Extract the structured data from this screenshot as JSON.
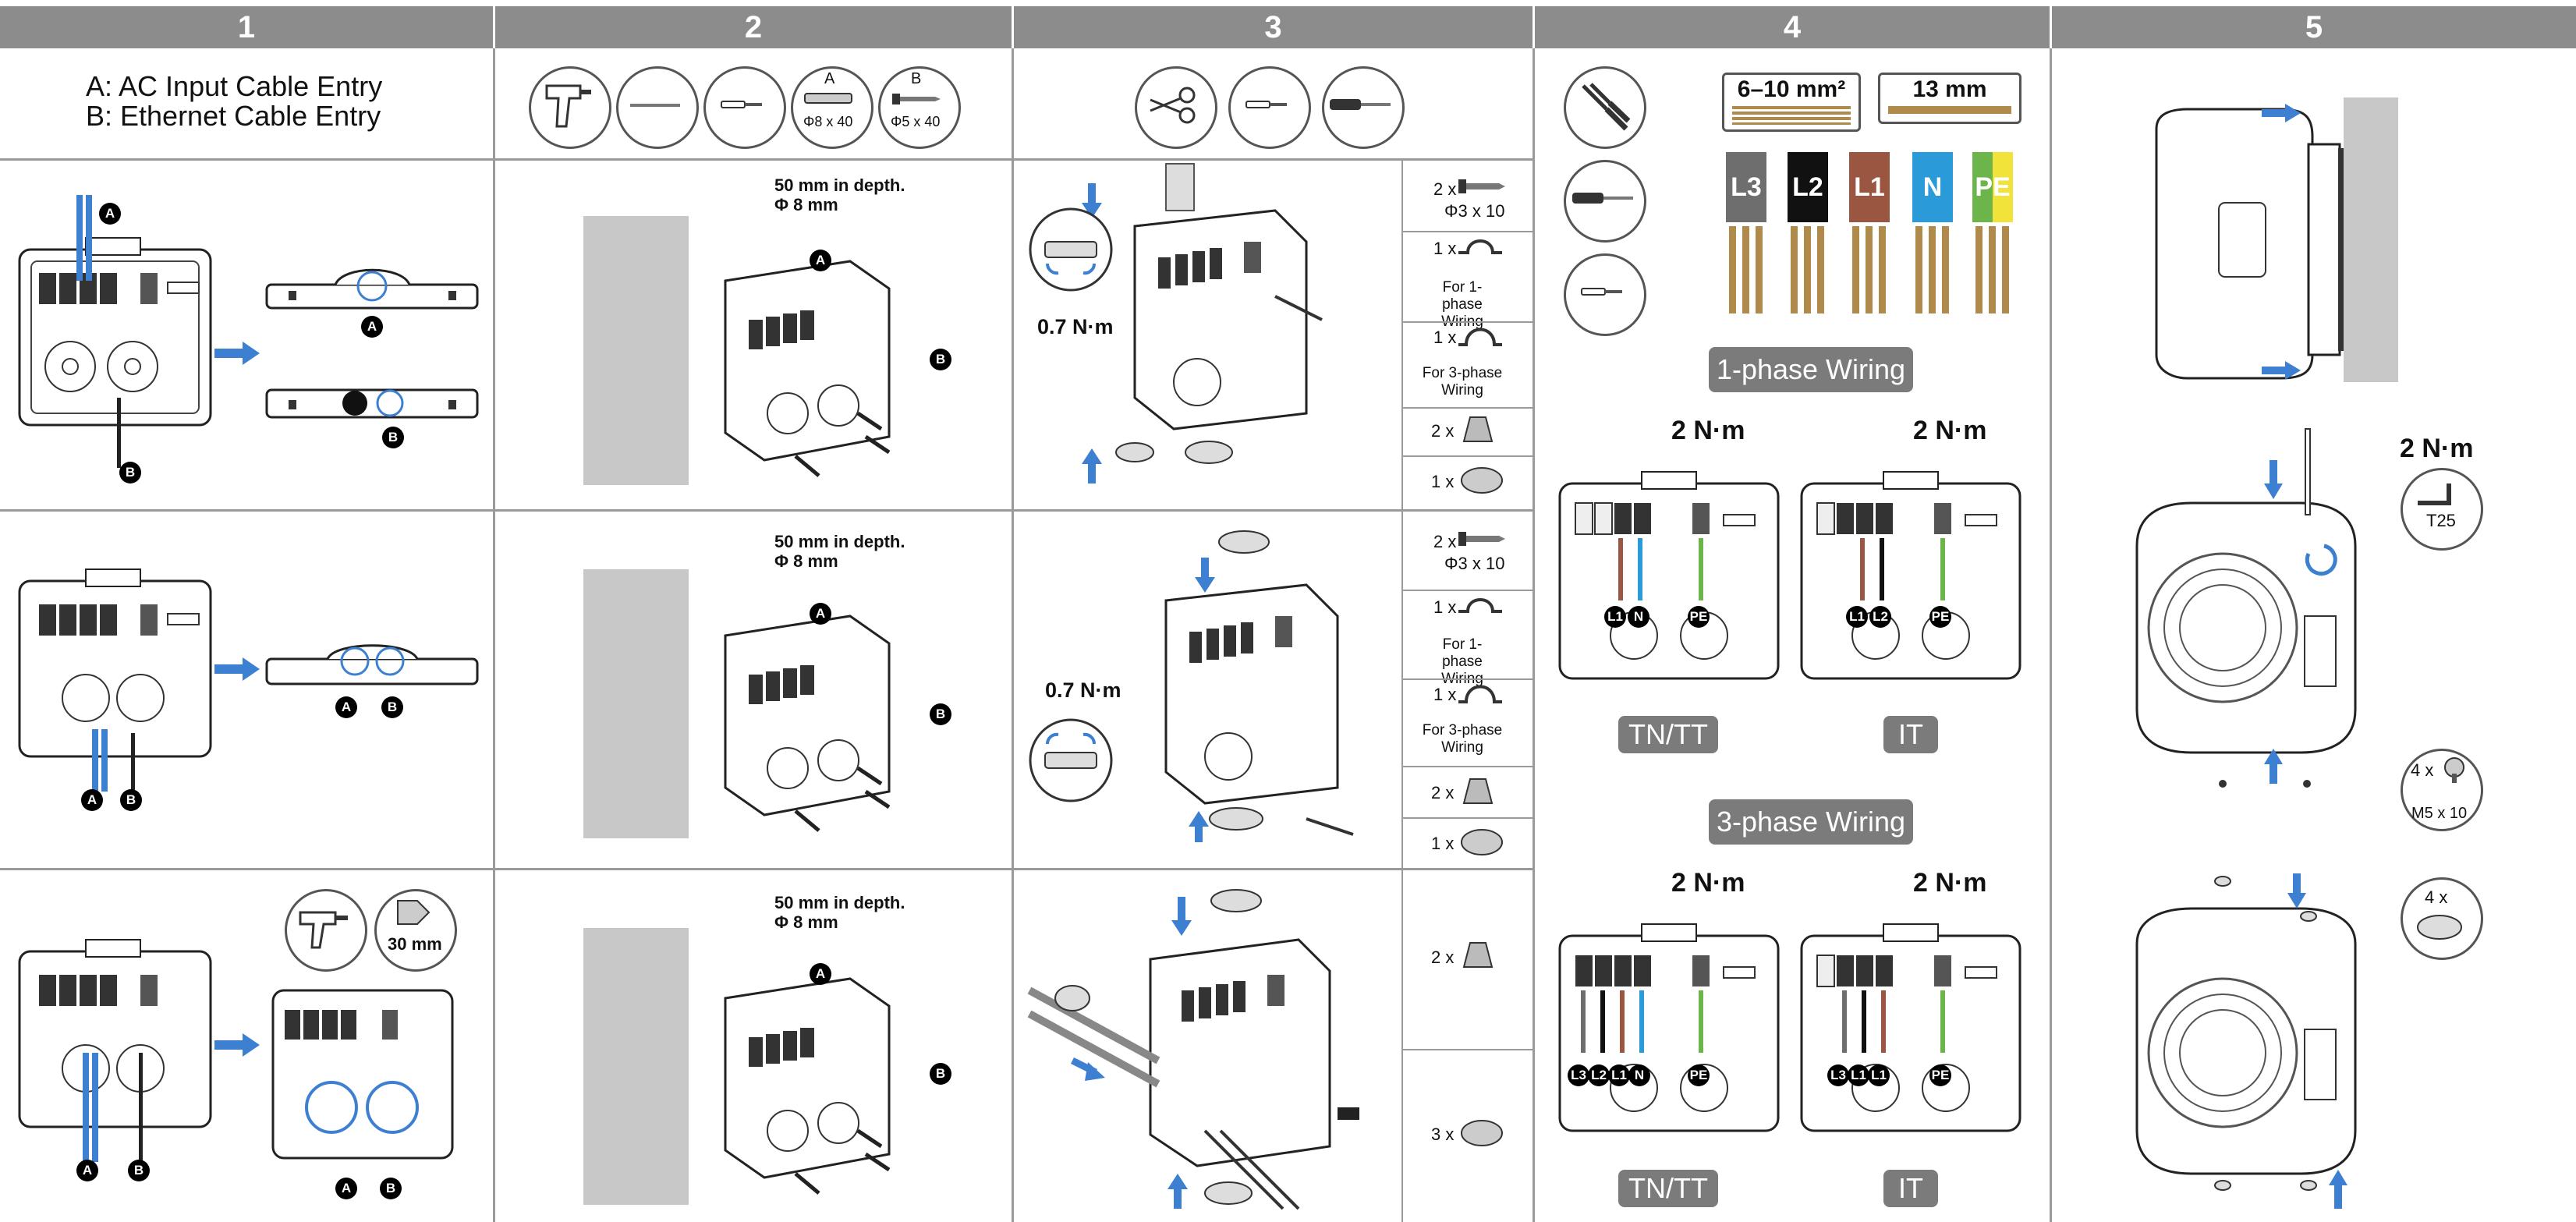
{
  "steps": [
    "1",
    "2",
    "3",
    "4",
    "5"
  ],
  "legend": {
    "line_a": "A: AC Input Cable Entry",
    "line_b": "B: Ethernet Cable Entry"
  },
  "step1": {
    "badge_a": "A",
    "badge_b": "B",
    "drill_depth": "30 mm"
  },
  "step2": {
    "tool_a_label": "A",
    "tool_a_size": "Φ8 x 40",
    "tool_b_label": "B",
    "tool_b_size": "Φ5 x 40",
    "depth_line1": "50 mm in depth.",
    "depth_line2": "Φ 8 mm",
    "badge_a": "A",
    "badge_b": "B"
  },
  "step3": {
    "torque": "0.7 N·m",
    "parts": [
      {
        "qty": "2 x",
        "desc": "Φ3 x 10"
      },
      {
        "qty": "1 x",
        "desc": "For 1-phase Wiring"
      },
      {
        "qty": "1 x",
        "desc": "For 3-phase Wiring"
      },
      {
        "qty": "2 x",
        "desc": ""
      },
      {
        "qty": "1 x",
        "desc": ""
      }
    ],
    "parts_row3": [
      {
        "qty": "2 x",
        "desc": ""
      },
      {
        "qty": "3 x",
        "desc": ""
      }
    ]
  },
  "step4": {
    "wire_size": "6–10 mm²",
    "strip_length": "13 mm",
    "wires": [
      {
        "label": "L3",
        "color": "#6e6e6e"
      },
      {
        "label": "L2",
        "color": "#111111"
      },
      {
        "label": "L1",
        "color": "#9a5640"
      },
      {
        "label": "N",
        "color": "#2a9ad8"
      },
      {
        "label": "PE",
        "color": "#6bb54a"
      }
    ],
    "one_phase_title": "1-phase Wiring",
    "three_phase_title": "3-phase Wiring",
    "torque": "2 N·m",
    "tn_tt": "TN/TT",
    "it": "IT",
    "one_phase_tn_badges": [
      "L1",
      "N",
      "PE"
    ],
    "one_phase_it_badges": [
      "L1",
      "L2",
      "PE"
    ],
    "three_phase_tn_badges": [
      "L3",
      "L2",
      "L1",
      "N",
      "PE"
    ],
    "three_phase_it_badges": [
      "L3",
      "L1",
      "L1",
      "PE"
    ]
  },
  "step5": {
    "torque": "2 N·m",
    "bit": "T25",
    "screws_qty": "4 x",
    "screws_size": "M5 x 10",
    "caps_qty": "4 x"
  },
  "colors": {
    "header": "#8c8c8c",
    "accent_blue": "#3d7fd0",
    "wall_gray": "#c8c8c8",
    "label_gray": "#7b7b7b"
  }
}
